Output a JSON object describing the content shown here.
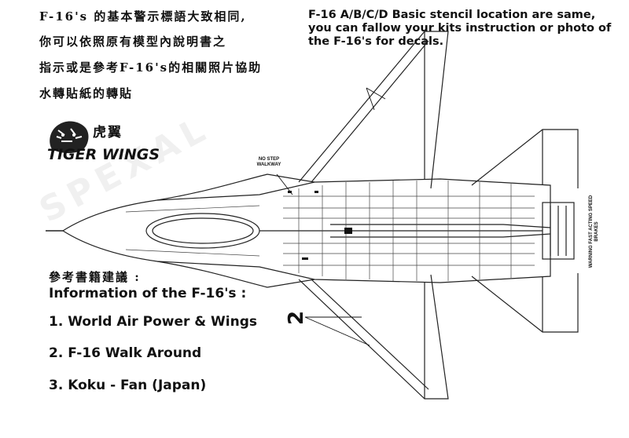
{
  "notes_cn": {
    "line1": "F-16's 的基本警示標語大致相同,",
    "line2": "你可以依照原有模型內說明書之",
    "line3": "指示或是參考F-16's的相關照片協助",
    "line4": "水轉貼紙的轉貼"
  },
  "notes_en": {
    "line1": "F-16 A/B/C/D Basic stencil location are same,",
    "line2": "you can fallow your kits instruction or photo of",
    "line3": "the F-16's for decals."
  },
  "logo": {
    "cn": "虎翼",
    "brand": "TIGER WINGS"
  },
  "stencils": {
    "no_step_walkway": "NO STEP WALKWAY",
    "warning": "WARNING FAST ACTING SPEED BRAKES",
    "number_2": "2"
  },
  "references": {
    "heading_cn": "參考書籍建議 :",
    "heading_en": "Information of the F-16's :",
    "items": [
      "1. World Air Power & Wings",
      "2. F-16 Walk Around",
      "3. Koku - Fan (Japan)"
    ]
  },
  "watermark": "SPEXAL"
}
